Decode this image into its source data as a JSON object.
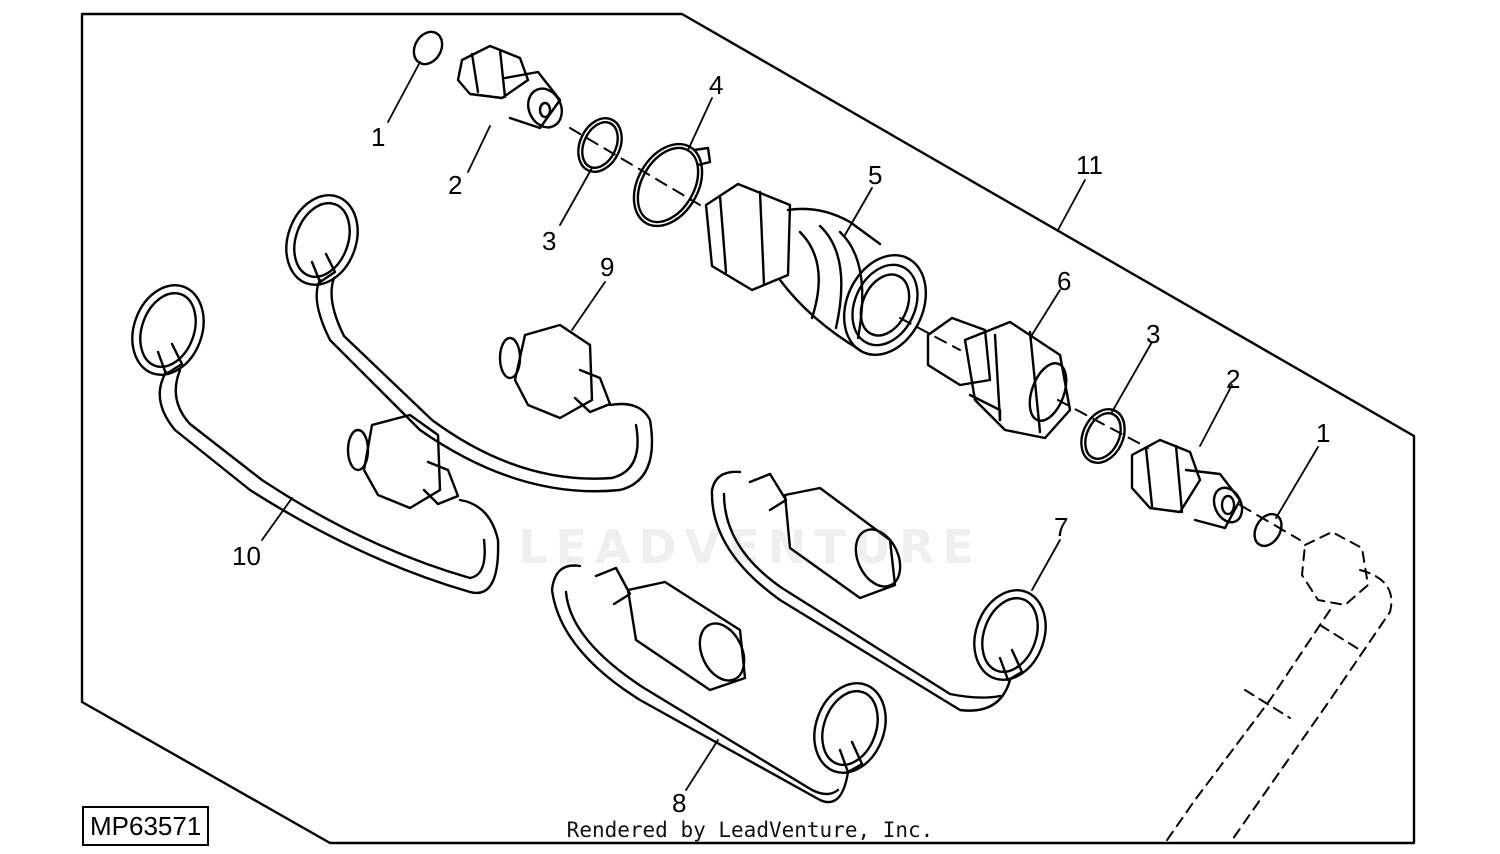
{
  "diagram": {
    "reference_code": "MP63571",
    "credit": "Rendered by LeadVenture, Inc.",
    "watermark": "LEADVENTURE",
    "callouts": [
      "1",
      "2",
      "3",
      "4",
      "5",
      "11",
      "9",
      "6",
      "3",
      "2",
      "1",
      "10",
      "7",
      "8"
    ],
    "colors": {
      "line": "#000000",
      "background": "#ffffff",
      "watermark": "#bbbbbb"
    }
  }
}
